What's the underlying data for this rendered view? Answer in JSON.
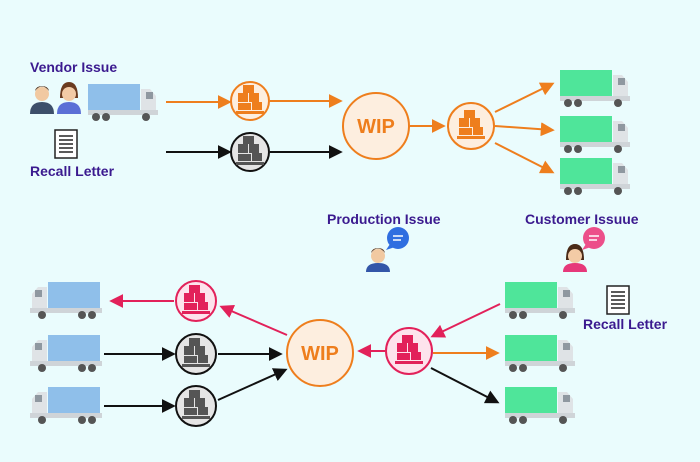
{
  "top_flow": {
    "vendor_issue_label": "Vendor Issue",
    "recall_letter_label": "Recall Letter",
    "wip_label": "WIP"
  },
  "bottom_flow": {
    "production_issue_label": "Production Issue",
    "customer_issue_label": "Customer Issuue",
    "recall_letter_label": "Recall Letter",
    "wip_label": "WIP"
  },
  "colors": {
    "background": "#eafcfd",
    "label_text": "#3b1a8f",
    "orange": "#ee7e1d",
    "wip_fill": "#fdeedf",
    "pink": "#e2215a",
    "pink_fill": "#fde3ec",
    "black": "#111111",
    "grey_fill": "#e5e5e5",
    "blue_truck": "#8fbfea",
    "green_truck": "#4fe59a"
  }
}
